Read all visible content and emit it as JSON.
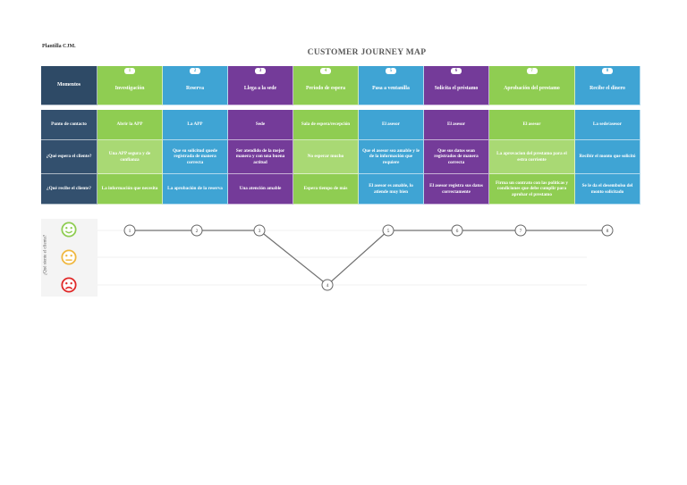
{
  "template_label": "Plantilla CJM.",
  "title": "CUSTOMER JOURNEY MAP",
  "row_labels": {
    "momentos": "Momentos",
    "punto": "Punto de contacto",
    "espera": "¿Qué espera el cliente?",
    "recibe": "¿Qué recibe el cliente?",
    "siente": "¿Qué siente el cliente?"
  },
  "stages": [
    {
      "num": "1",
      "name": "Investigación",
      "punto": "Abrir la APP",
      "espera": "Una APP segura y de confianza",
      "recibe": "La información que necesita"
    },
    {
      "num": "2",
      "name": "Reserva",
      "punto": "La APP",
      "espera": "Que su solicitud quede registrada de manera correcta",
      "recibe": "La aprobación de la reserva"
    },
    {
      "num": "3",
      "name": "Llega a la sede",
      "punto": "Sede",
      "espera": "Ser atendido de la mejor manera y con una buena actitud",
      "recibe": "Una atención amable"
    },
    {
      "num": "4",
      "name": "Periodo de espera",
      "punto": "Sala de espera/recepción",
      "espera": "No esperar mucho",
      "recibe": "Espera tiempo de más"
    },
    {
      "num": "5",
      "name": "Pasa a ventanilla",
      "punto": "El asesor",
      "espera": "Que el asesor sea amable y le de la información que requiere",
      "recibe": "El asesor es amable, lo atiende muy bien"
    },
    {
      "num": "6",
      "name": "Solicita el préstamo",
      "punto": "El asesor",
      "espera": "Que sus datos sean registrados de manera correcta",
      "recibe": "El asesor registra sus datos correctamente"
    },
    {
      "num": "7",
      "name": "Aprobación del prestamo",
      "punto": "El asesor",
      "espera": "La aprovacion del prestamo para el estra corriente",
      "recibe": "Firma un contrato con las políticas y condiciones que debe cumplir para aprobar el prestamo"
    },
    {
      "num": "8",
      "name": "Recibe el dinero",
      "punto": "La sede/asesor",
      "espera": "Recibir el monto que solicitó",
      "recibe": "Se le da el desembolso del monto solicitado"
    }
  ],
  "colors": {
    "green": "#8fcd52",
    "green_light": "#a9d974",
    "blue": "#3fa4d4",
    "purple": "#743b99",
    "navy": "#2e4a66"
  },
  "stage_colors": [
    "green",
    "blue",
    "purple",
    "green",
    "blue",
    "purple",
    "green",
    "blue"
  ],
  "chart_data": {
    "type": "line",
    "x": [
      "1",
      "2",
      "3",
      "4",
      "5",
      "6",
      "7",
      "8"
    ],
    "values": [
      1,
      1,
      1,
      3,
      1,
      1,
      1,
      1
    ],
    "levels": [
      "happy",
      "neutral",
      "sad"
    ]
  }
}
